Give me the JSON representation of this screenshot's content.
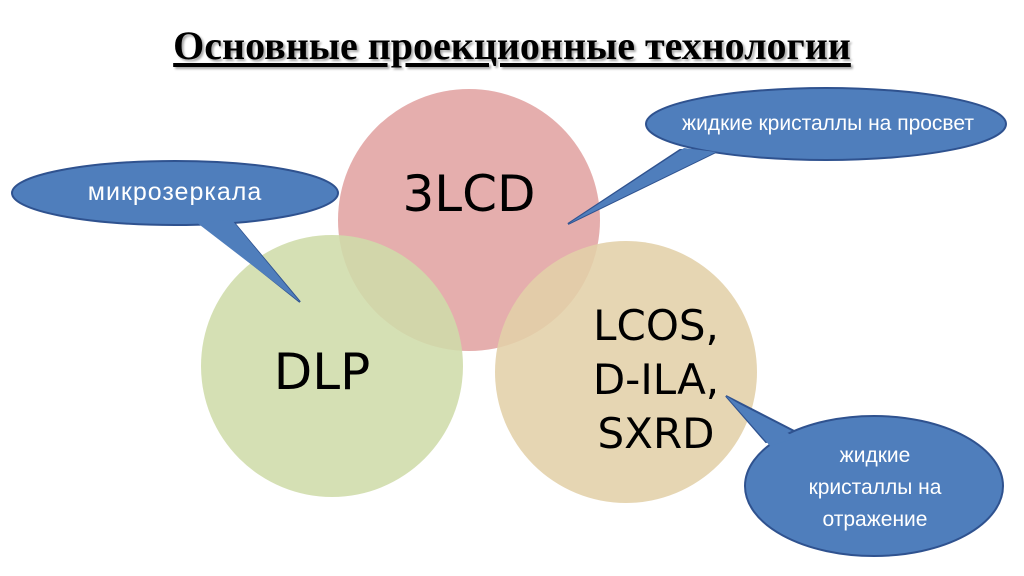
{
  "title": "Основные проекционные технологии",
  "circles": {
    "lcd3": "3LCD",
    "dlp": "DLP",
    "lcos": [
      "LCOS,",
      "D-ILA,",
      "SXRD"
    ]
  },
  "callouts": {
    "micro": "микрозеркала",
    "transmissive": "жидкие кристаллы на просвет",
    "reflective": [
      "жидкие",
      "кристаллы на",
      "отражение"
    ]
  },
  "colors": {
    "lcd3": "#e3a7a6",
    "dlp": "#cfdcaa",
    "lcos": "#e2d0a9",
    "callout_fill": "#4f7ebc",
    "callout_stroke": "#2f528f"
  }
}
